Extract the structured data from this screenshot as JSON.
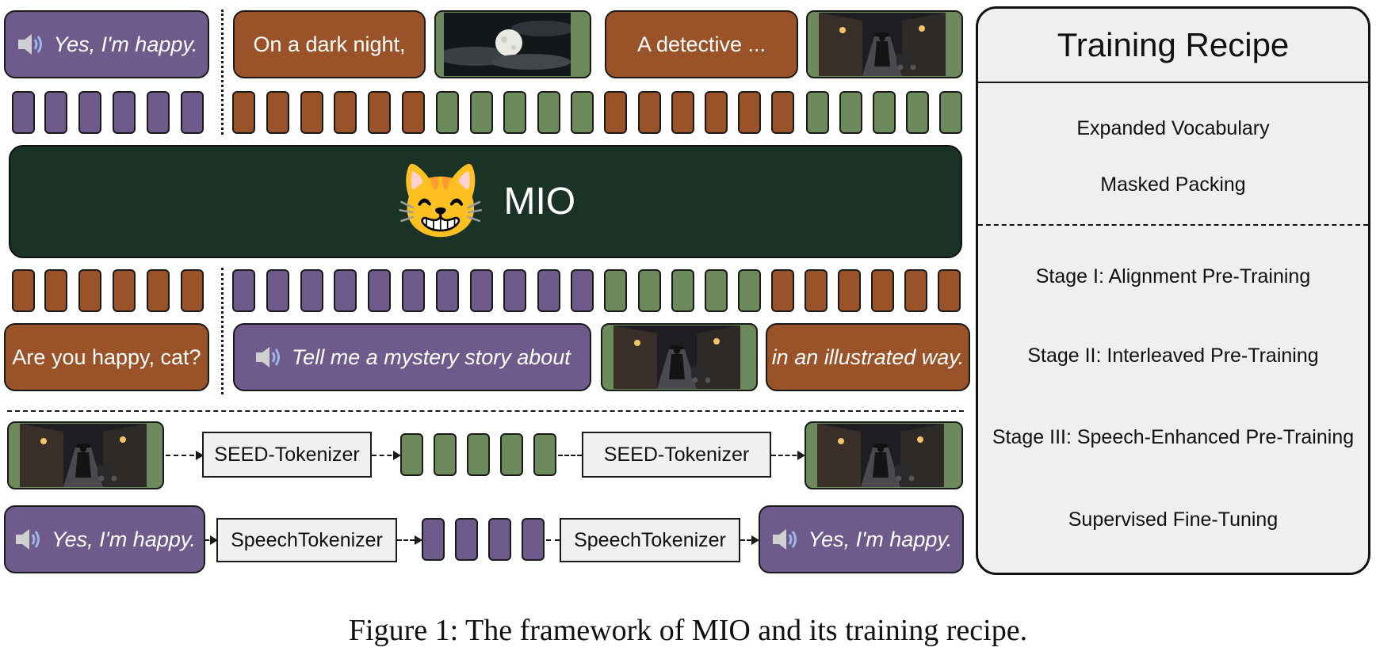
{
  "top_row": {
    "audio_output": "Yes, I'm happy.",
    "text_output_1": "On a dark night,",
    "text_output_2": "A detective ..."
  },
  "model": {
    "name": "MIO",
    "emoji": "😸"
  },
  "bottom_row": {
    "text_input_1": "Are you happy, cat?",
    "audio_input": "Tell me a mystery story about",
    "text_input_2": "in an illustrated way."
  },
  "pipelines": {
    "image_tokenizer_in": "SEED-Tokenizer",
    "image_tokenizer_out": "SEED-Tokenizer",
    "speech_input": "Yes, I'm happy.",
    "speech_tokenizer_in": "SpeechTokenizer",
    "speech_tokenizer_out": "SpeechTokenizer",
    "speech_output": "Yes, I'm happy."
  },
  "recipe": {
    "title": "Training Recipe",
    "items": [
      "Expanded Vocabulary",
      "Masked Packing",
      "Stage I: Alignment Pre-Training",
      "Stage II: Interleaved Pre-Training",
      "Stage III: Speech-Enhanced Pre-Training",
      "Supervised Fine-Tuning"
    ]
  },
  "caption": "Figure 1: The framework of MIO and its training recipe.",
  "colors": {
    "speech": "#6e5b8b",
    "text": "#9a5229",
    "image": "#6d8a5c",
    "model": "#1b3326"
  },
  "icons": [
    "speaker-icon",
    "cat-emoji-icon",
    "moon-image",
    "detective-image"
  ]
}
